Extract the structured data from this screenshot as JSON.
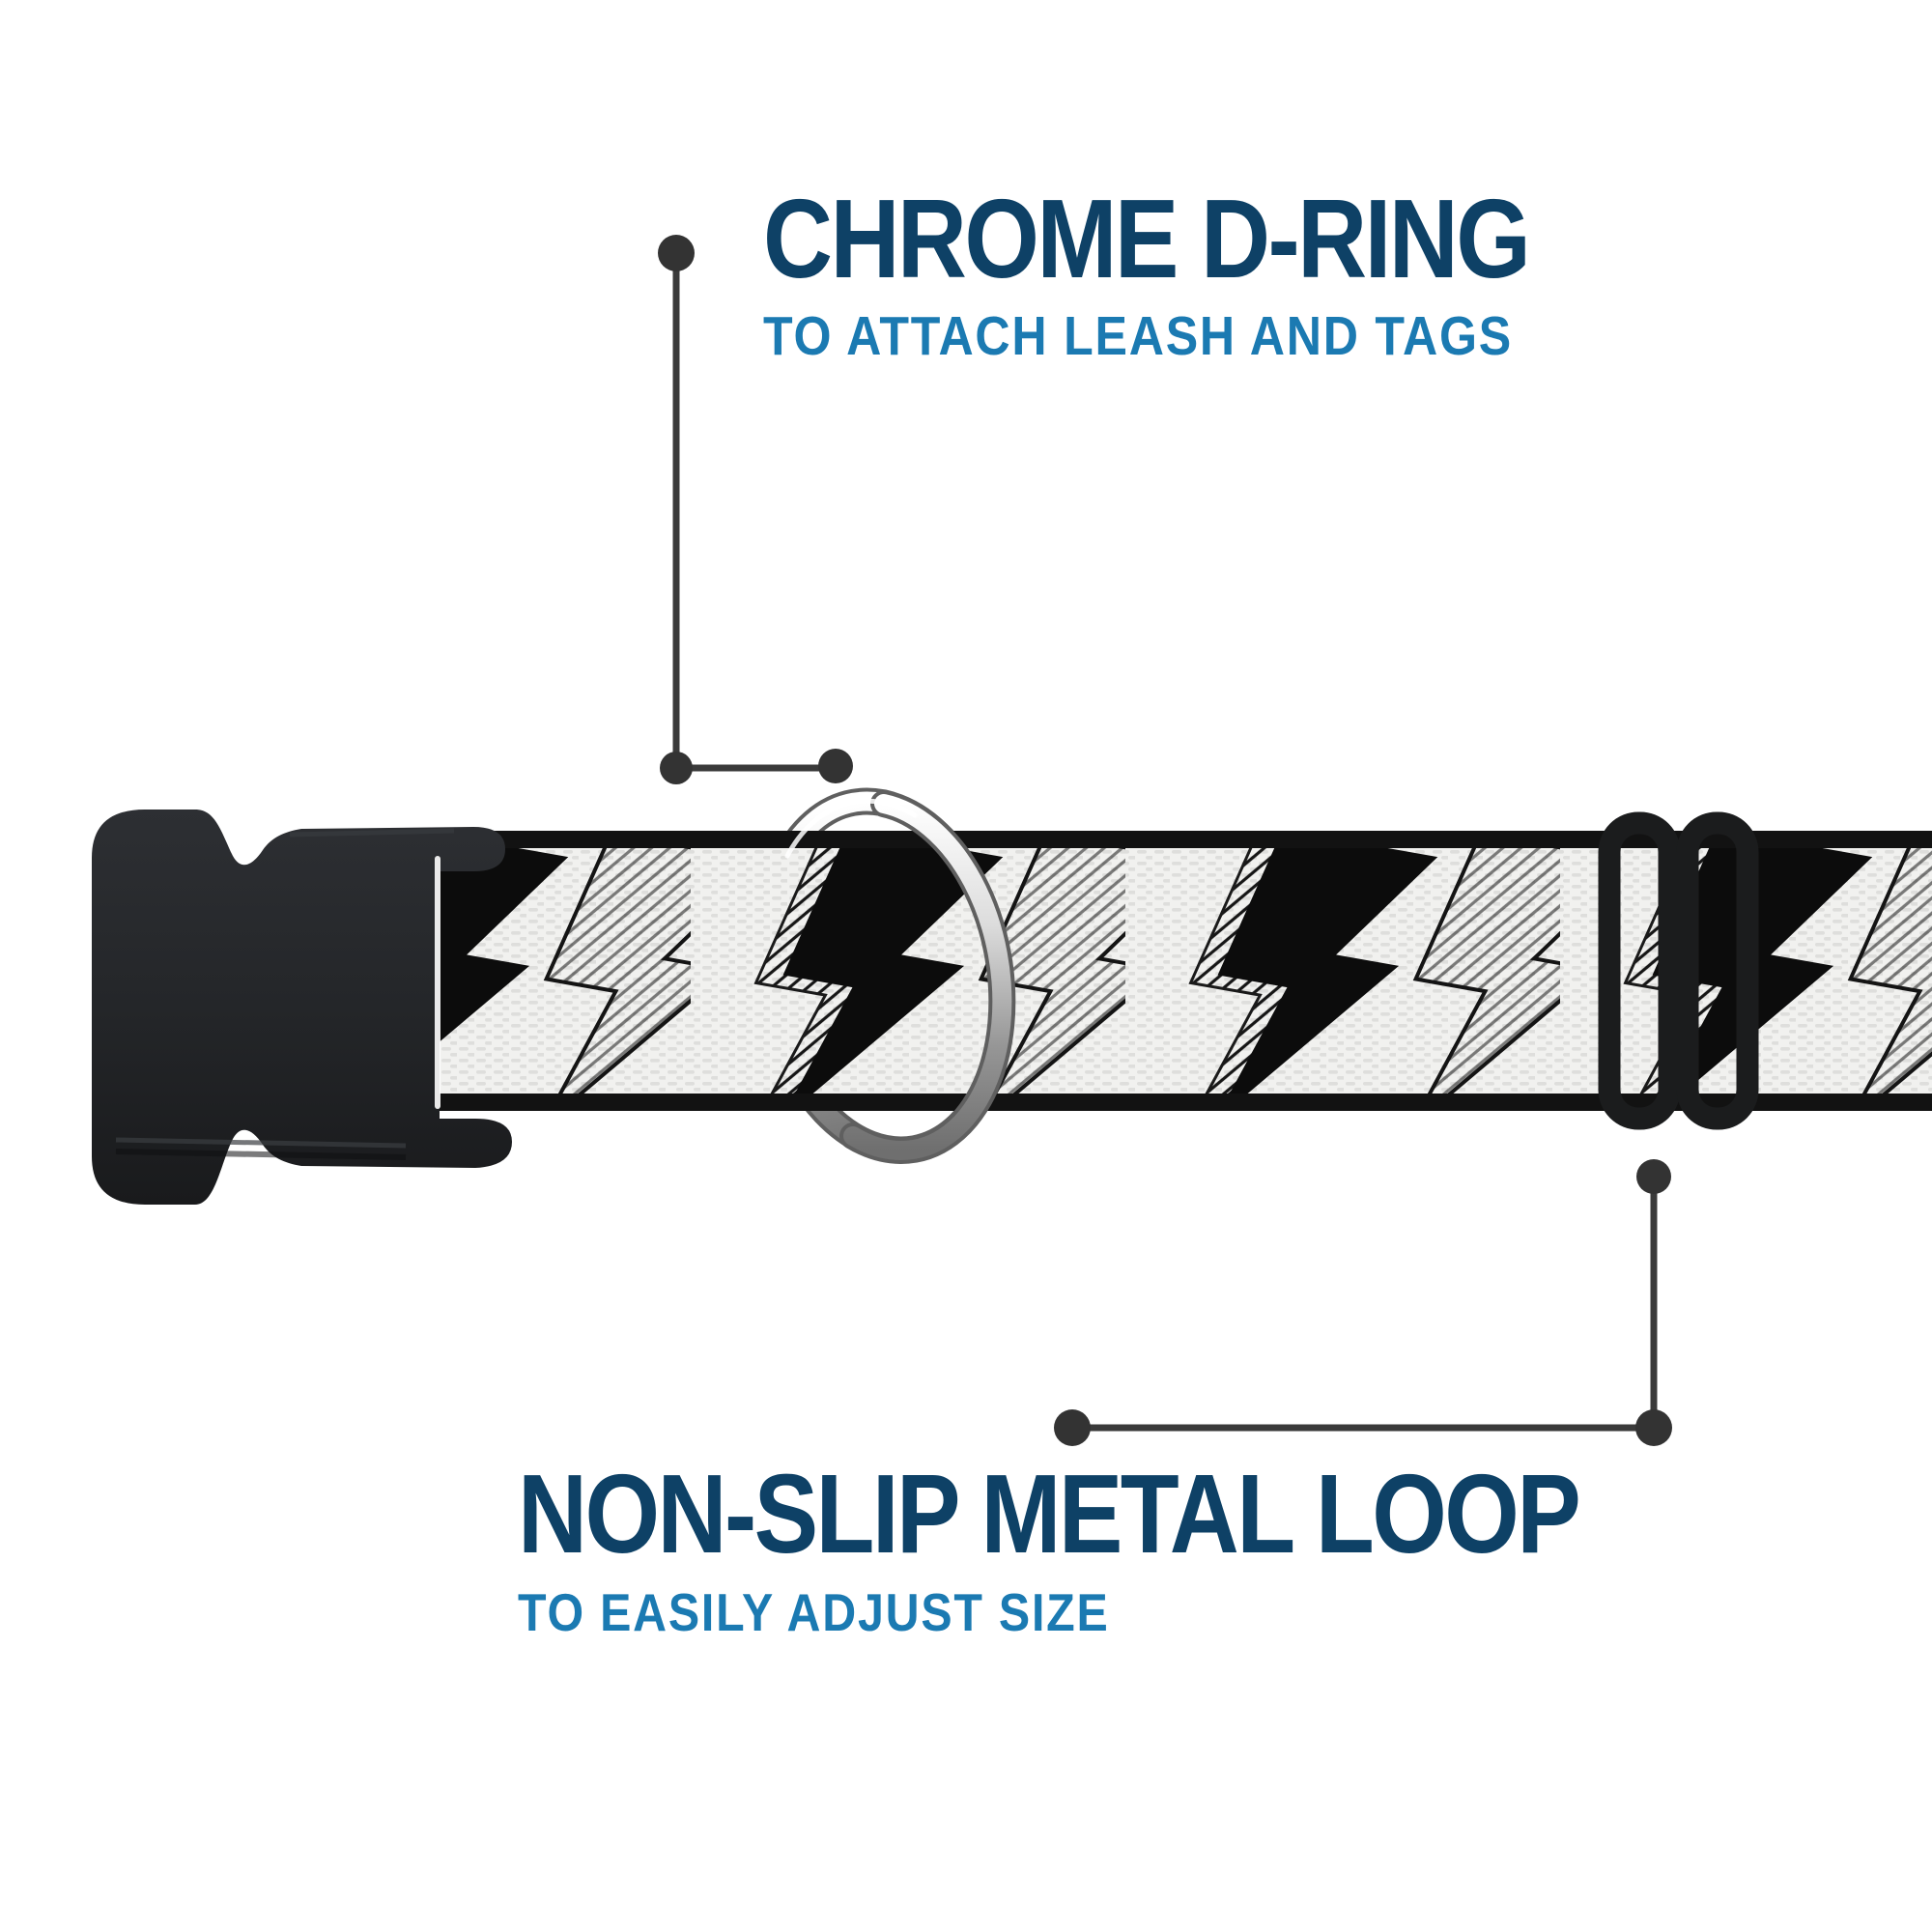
{
  "annotations": {
    "top": {
      "title": "CHROME D-RING",
      "subtitle": "TO ATTACH LEASH AND TAGS"
    },
    "bottom": {
      "title": "NON-SLIP METAL LOOP",
      "subtitle": "TO EASILY ADJUST SIZE"
    }
  },
  "product": {
    "parts": [
      {
        "name": "side-release-buckle",
        "material_color": "#232528"
      },
      {
        "name": "collar-strap",
        "pattern": "black sketched lightning bolts on white webbing"
      },
      {
        "name": "chrome-d-ring",
        "material_color": "#c9c9c9"
      },
      {
        "name": "metal-loop-slider",
        "material_color": "#1b1c1d"
      }
    ]
  },
  "colors": {
    "background": "#ffffff",
    "headline": "#0e4166",
    "subhead": "#1b7ab2",
    "callout": "#3a3a3a",
    "plastic_black": "#232528",
    "webbing_white": "#f1f1ef",
    "bolt_black": "#0c0c0c",
    "metal_silver": "#c9c9c9"
  }
}
